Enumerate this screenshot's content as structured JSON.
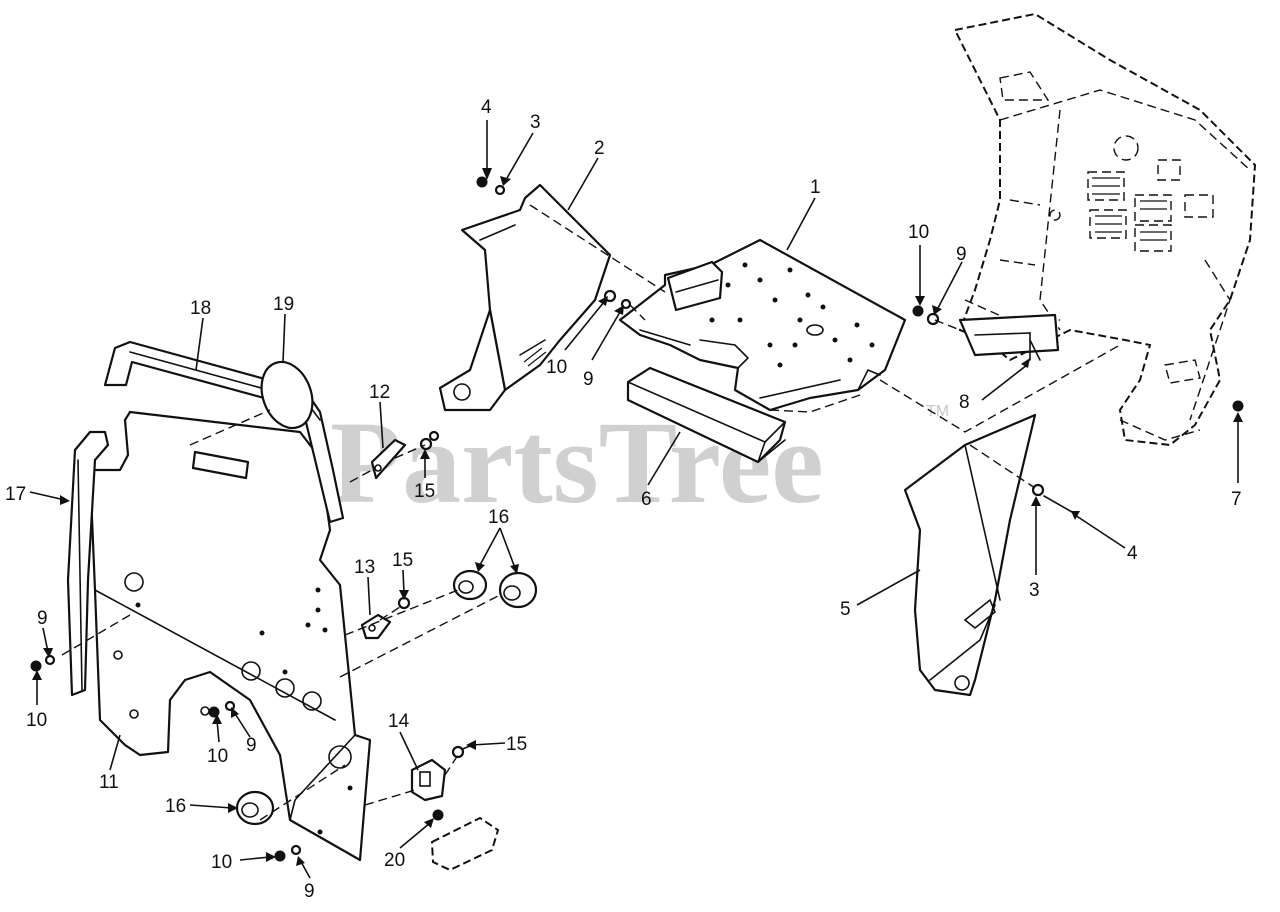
{
  "watermark": {
    "text": "PartsTree",
    "mark": "TM"
  },
  "callouts": {
    "c1": "1",
    "c2": "2",
    "c3a": "3",
    "c3b": "3",
    "c4a": "4",
    "c4b": "4",
    "c5": "5",
    "c6": "6",
    "c7": "7",
    "c8": "8",
    "c9a": "9",
    "c9b": "9",
    "c9c": "9",
    "c9d": "9",
    "c9e": "9",
    "c10a": "10",
    "c10b": "10",
    "c10c": "10",
    "c10d": "10",
    "c10e": "10",
    "c11": "11",
    "c12": "12",
    "c13": "13",
    "c14": "14",
    "c15a": "15",
    "c15b": "15",
    "c15c": "15",
    "c16a": "16",
    "c16b": "16",
    "c17": "17",
    "c18": "18",
    "c19": "19",
    "c20": "20"
  }
}
